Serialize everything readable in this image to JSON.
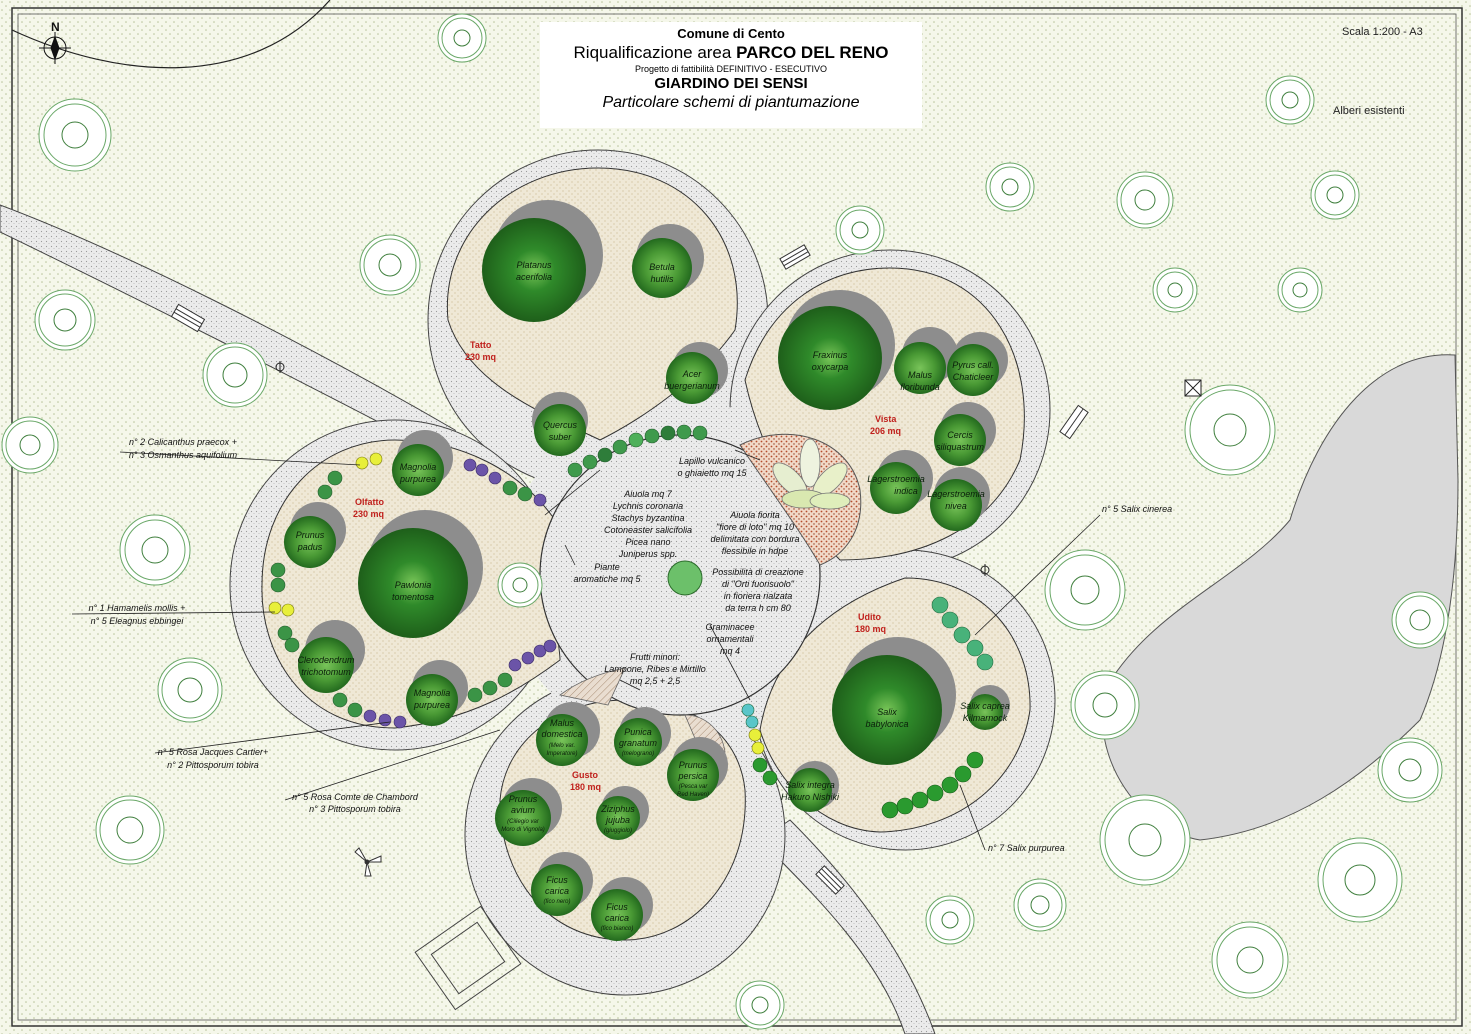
{
  "header": {
    "line1": "Comune di Cento",
    "line2_prefix": "Riqualificazione area ",
    "line2_bold": "PARCO DEL RENO",
    "line3": "Progetto di fattibilità DEFINITIVO - ESECUTIVO",
    "line4": "GIARDINO DEI SENSI",
    "line5": "Particolare schemi di piantumazione"
  },
  "scale": "Scala 1:200 - A3",
  "legend_existing_trees": "Alberi esistenti",
  "north": "N",
  "zones": {
    "tatto": {
      "name": "Tatto",
      "area": "230 mq"
    },
    "vista": {
      "name": "Vista",
      "area": "206 mq"
    },
    "olfatto": {
      "name": "Olfatto",
      "area": "230 mq"
    },
    "udito": {
      "name": "Udito",
      "area": "180 mq"
    },
    "gusto": {
      "name": "Gusto",
      "area": "180 mq"
    }
  },
  "trees": {
    "platanus": [
      "Platanus",
      "acerifolia"
    ],
    "betula": [
      "Betula",
      "hutilis"
    ],
    "acer": [
      "Acer",
      "buergerianum"
    ],
    "quercus": [
      "Quercus",
      "suber"
    ],
    "fraxinus": [
      "Fraxinus",
      "oxycarpa"
    ],
    "malus_fl": [
      "Malus",
      "floribunda"
    ],
    "pyrus": [
      "Pyrus call.",
      "Chaticleer"
    ],
    "cercis": [
      "Cercis",
      "siliquastrum"
    ],
    "lager_indica": [
      "Lagerstroemia",
      "indica"
    ],
    "lager_nivea": [
      "Lagerstroemia",
      "nivea"
    ],
    "magnolia1": [
      "Magnolia",
      "purpurea"
    ],
    "prunus_padus": [
      "Prunus",
      "padus"
    ],
    "pawlonia": [
      "Pawlonia",
      "tomentosa"
    ],
    "clerodendrum": [
      "Clerodendrum",
      "trichotomum"
    ],
    "magnolia2": [
      "Magnolia",
      "purpurea"
    ],
    "malus_dom": [
      "Malus",
      "domestica",
      "(Melo var.",
      "Imperatore)"
    ],
    "punica": [
      "Punica",
      "granatum",
      "(melograno)"
    ],
    "prunus_persica": [
      "Prunus",
      "persica",
      "(Pesca var",
      "Red Haven)"
    ],
    "prunus_avium": [
      "Prunus",
      "avium",
      "(Ciliegio var",
      "Moro di Vignola)"
    ],
    "ziziphus": [
      "Ziziphus",
      "jujuba",
      "(giuggiolo)"
    ],
    "ficus1": [
      "Ficus",
      "carica",
      "(fico nero)"
    ],
    "ficus2": [
      "Ficus",
      "carica",
      "(fico bianco)"
    ],
    "salix_bab": [
      "Salix",
      "babylonica"
    ],
    "salix_cap": [
      "Salix caprea",
      "Kilmarnock"
    ],
    "salix_int": [
      "Salix integra",
      "Hakuro Nishiki"
    ]
  },
  "center_notes": {
    "lapillo": [
      "Lapillo vulcanico",
      "o ghiaietto mq 15"
    ],
    "aiuola": [
      "Aiuola mq 7",
      "Lychnis coronaria",
      "Stachys byzantina",
      "Cotoneaster salicifolia",
      "Picea nano",
      "Juniperus spp."
    ],
    "fiorita": [
      "Aiuola fiorita",
      "\"fiore di loto\" mq 10",
      "delimitata con bordura",
      "flessibile in hdpe"
    ],
    "piante": [
      "Piante",
      "aromatiche mq 5"
    ],
    "orti": [
      "Possibilità di creazione",
      "di \"Orti fuorisuolo\"",
      "in fioriera rialzata",
      "da terra h cm 80"
    ],
    "graminacee": [
      "Graminacee",
      "ornamentali",
      "mq 4"
    ],
    "frutti": [
      "Frutti minori:",
      "Lampone, Ribes e Mirtillo",
      "mq 2,5 + 2,5"
    ]
  },
  "callouts": {
    "calicanthus": [
      "n° 2 Calicanthus praecox +",
      "n° 3 Osmanthus aquifolium"
    ],
    "hamamelis": [
      "n° 1 Hamamelis mollis +",
      "n° 5 Eleagnus ebbingei"
    ],
    "rosa_jc": [
      "n° 5 Rosa Jacques Cartier+",
      "n° 2 Pittosporum tobira"
    ],
    "rosa_cc": [
      "n° 5 Rosa Comte de Chambord",
      "n° 3 Pittosporum tobira"
    ],
    "salix_cinerea": "n° 5 Salix cinerea",
    "salix_purpurea": "n° 7 Salix purpurea"
  },
  "colors": {
    "lawn": "#f3f5e6",
    "path": "#e9e9e9",
    "bed": "#ede6d4",
    "tree_dark": "#2f7a28",
    "tree_light": "#66b84a",
    "shadow": "#8a8a8a",
    "pond": "#d8d8d8",
    "zone_label": "#c0201c"
  }
}
